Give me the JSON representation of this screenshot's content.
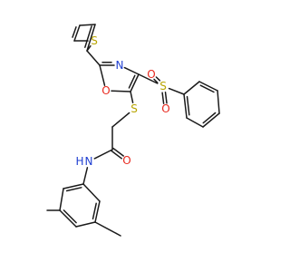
{
  "molecule": {
    "colors": {
      "bond": "#1a1a1a",
      "S": "#b8a400",
      "O": "#e8281e",
      "N": "#1f3fd1",
      "H": "#1f3fd1"
    },
    "labels": {
      "S_thiophene": "S",
      "O_oxazole": "O",
      "N_oxazole": "N",
      "S_sulfonyl": "S",
      "O_sulfonyl_top": "O",
      "O_sulfonyl_bottom": "O",
      "S_thioether": "S",
      "O_carbonyl": "O",
      "N_amide": "N",
      "H_amide": "H"
    }
  }
}
